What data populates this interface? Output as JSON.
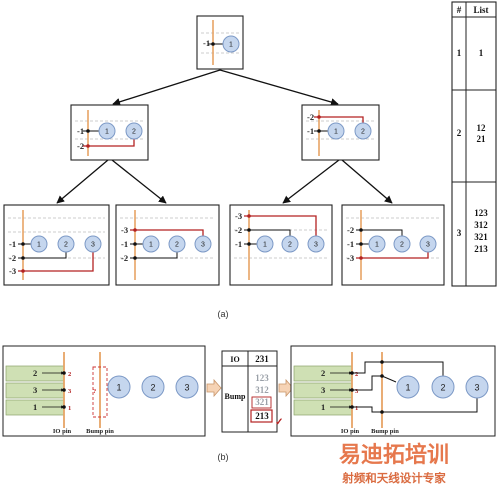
{
  "part_a": {
    "caption": "(a)",
    "tree": {
      "root": {
        "pins": [
          "1"
        ],
        "bumps": [
          "1"
        ]
      },
      "level2": [
        {
          "pins": [
            "1",
            "2"
          ],
          "bumps": [
            "1",
            "2"
          ]
        },
        {
          "pins": [
            "2",
            "1"
          ],
          "bumps": [
            "1",
            "2"
          ]
        }
      ],
      "level3": [
        {
          "pins": [
            "1",
            "2",
            "3"
          ],
          "bumps": [
            "1",
            "2",
            "3"
          ]
        },
        {
          "pins": [
            "3",
            "1",
            "2"
          ],
          "bumps": [
            "1",
            "2",
            "3"
          ]
        },
        {
          "pins": [
            "3",
            "2",
            "1"
          ],
          "bumps": [
            "1",
            "2",
            "3"
          ]
        },
        {
          "pins": [
            "2",
            "1",
            "3"
          ],
          "bumps": [
            "1",
            "2",
            "3"
          ]
        }
      ]
    },
    "table": {
      "header_num": "#",
      "header_list": "List",
      "rows": [
        {
          "num": "1",
          "items": [
            "1"
          ]
        },
        {
          "num": "2",
          "items": [
            "12",
            "21"
          ]
        },
        {
          "num": "3",
          "items": [
            "123",
            "312",
            "321",
            "213"
          ]
        }
      ]
    }
  },
  "part_b": {
    "caption": "(b)",
    "left": {
      "io_pins": [
        "2",
        "3",
        "1"
      ],
      "bump_pins": [
        "1",
        "2",
        "3"
      ],
      "io_pin_label": "IO pin",
      "bump_pin_label": "Bump pin",
      "pin_tags": [
        "2",
        "3",
        "1"
      ],
      "question_mark": "?"
    },
    "middle_table": {
      "io_label": "IO",
      "io_value": "231",
      "bump_label": "Bump",
      "candidates": [
        "123",
        "312",
        "321",
        "213"
      ],
      "highlight": "1",
      "check_mark": "✓"
    },
    "right": {
      "io_pins": [
        "2",
        "3",
        "1"
      ],
      "bump_pins": [
        "1",
        "2",
        "3"
      ],
      "io_pin_label": "IO pin",
      "bump_pin_label": "Bump pin",
      "pin_tags": [
        "2",
        "3",
        "1"
      ]
    }
  },
  "watermark": {
    "line1": "易迪拓培训",
    "line2": "射频和天线设计专家"
  },
  "colors": {
    "bump_fill": "#c5d6ee",
    "bump_stroke": "#7c99c6",
    "io_bar": "#e7a466",
    "red_wire": "#b32222",
    "green_pin": "#cfe0b4",
    "dashed_red": "#cc3333"
  }
}
